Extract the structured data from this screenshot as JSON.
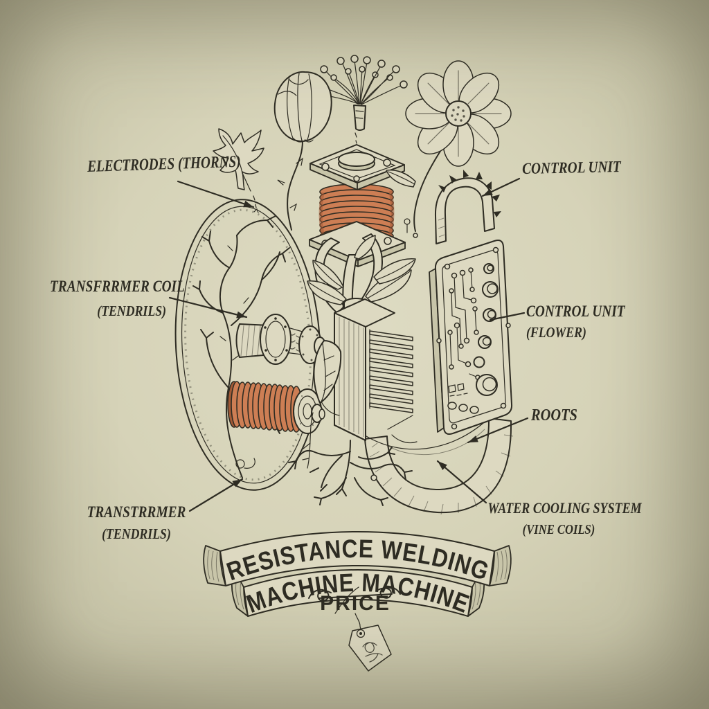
{
  "banner": {
    "line1": "RESISTANCE WELDING",
    "line2": "MACHINE MACHINE",
    "price": "PRICE"
  },
  "labels": {
    "electrodes": {
      "text": "ELECTRODES (THORNS)"
    },
    "transformer_coil": {
      "line1": "TRANSFRRMER COIL",
      "line2": "(TENDRILS)"
    },
    "transformer": {
      "line1": "TRANSTRRMER",
      "line2": "(TENDRILS)"
    },
    "control_unit": {
      "text": "CONTROL UNIT"
    },
    "control_unit_flower": {
      "line1": "CONTROL UNIT",
      "line2": "(FLOWER)"
    },
    "roots": {
      "text": "ROOTS"
    },
    "water_cooling": {
      "line1": "WATER COOLING SYSTEM",
      "line2": "(VINE COILS)"
    }
  },
  "colors": {
    "paper": "#d6d3b8",
    "paper_light": "#ddd9c1",
    "paper_shade": "#c8c5a9",
    "ink": "#2e2c23",
    "copper": "#cd7e54",
    "copper_dark": "#a25a36",
    "copper_light": "#e29b70"
  }
}
